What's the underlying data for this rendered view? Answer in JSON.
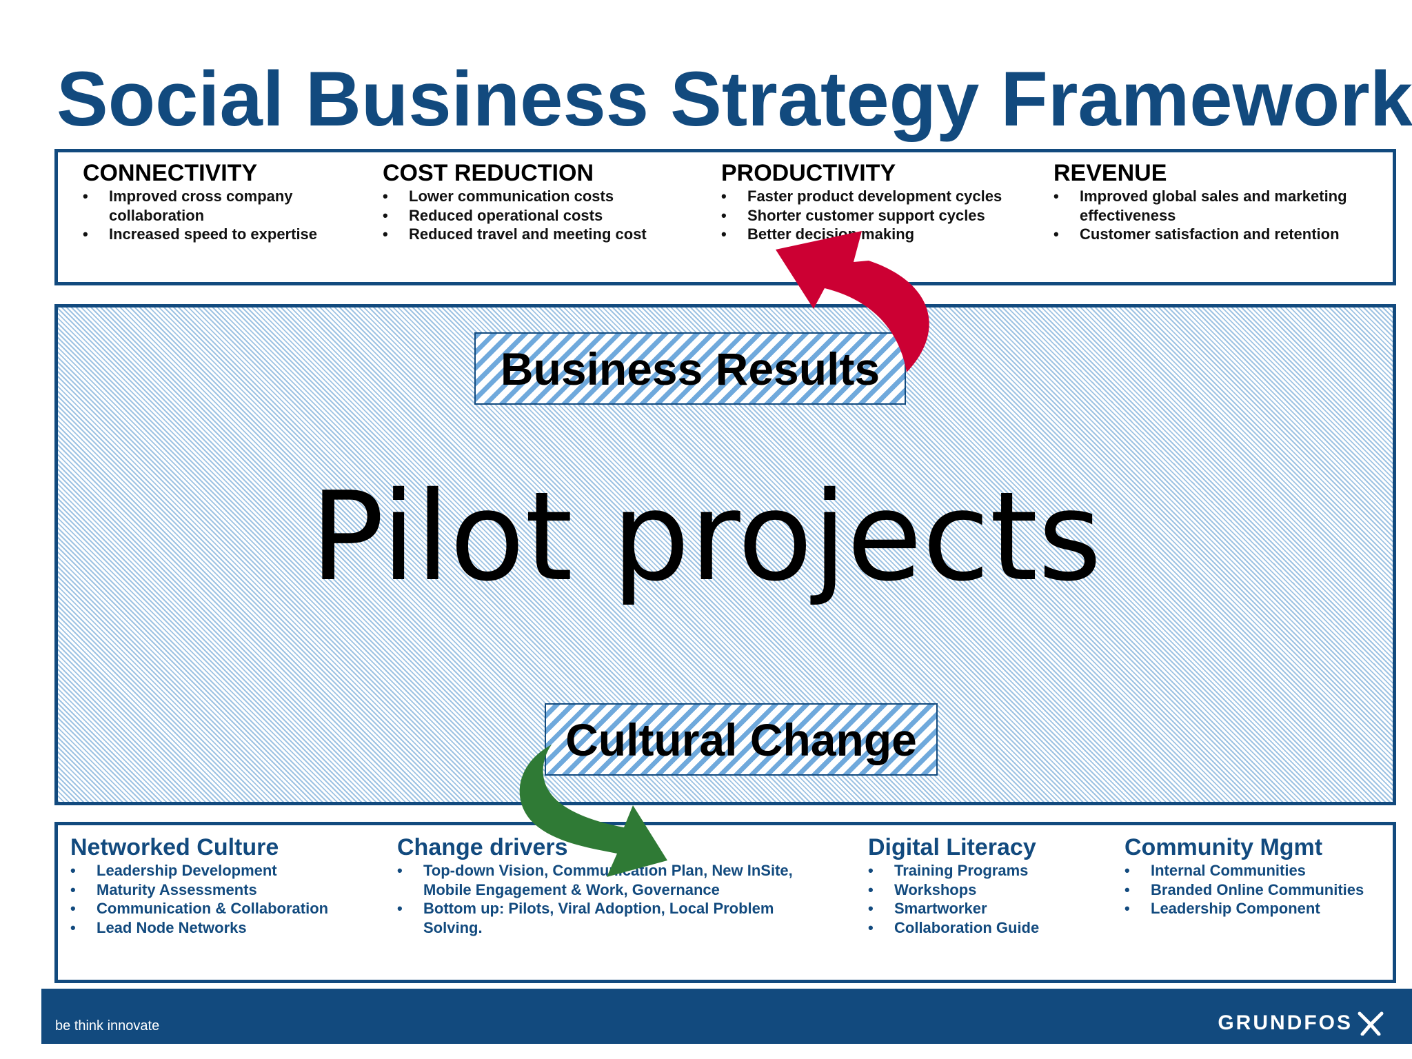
{
  "title": "Social Business Strategy Framework",
  "business_results": {
    "columns": [
      {
        "heading": "CONNECTIVITY",
        "items": [
          "Improved cross company collaboration",
          "Increased speed to expertise"
        ]
      },
      {
        "heading": "COST REDUCTION",
        "items": [
          "Lower communication costs",
          "Reduced operational costs",
          "Reduced travel and meeting cost"
        ]
      },
      {
        "heading": "PRODUCTIVITY",
        "items": [
          "Faster product development cycles",
          "Shorter customer support cycles",
          "Better decision making"
        ]
      },
      {
        "heading": "REVENUE",
        "items": [
          "Improved global sales and marketing effectiveness",
          "Customer satisfaction and retention"
        ]
      }
    ]
  },
  "center": {
    "business_results_label": "Business Results",
    "main_text": "Pilot projects",
    "cultural_change_label": "Cultural Change"
  },
  "cultural_change": {
    "columns": [
      {
        "heading": "Networked Culture",
        "items": [
          "Leadership Development",
          "Maturity Assessments",
          "Communication & Collaboration",
          "Lead Node Networks"
        ]
      },
      {
        "heading": "Change drivers",
        "items": [
          "Top-down Vision, Communication Plan, New InSite, Mobile Engagement & Work, Governance",
          "Bottom up: Pilots, Viral Adoption, Local Problem Solving."
        ]
      },
      {
        "heading": "Digital Literacy",
        "items": [
          "Training Programs",
          "Workshops",
          "Smartworker",
          "Collaboration Guide"
        ]
      },
      {
        "heading": "Community Mgmt",
        "items": [
          "Internal Communities",
          "Branded Online Communities",
          "Leadership Component"
        ]
      }
    ]
  },
  "footer": {
    "tagline": "be think innovate",
    "brand": "GRUNDFOS"
  },
  "colors": {
    "brand_blue": "#124a7e",
    "hatch_blue": "#6fa9dc",
    "arrow_red": "#cc0033",
    "arrow_green": "#2f7a35"
  },
  "icons": {
    "up_arrow": "curved-arrow-icon",
    "down_arrow": "curved-arrow-icon",
    "brand_mark": "grundfos-logo-icon"
  }
}
